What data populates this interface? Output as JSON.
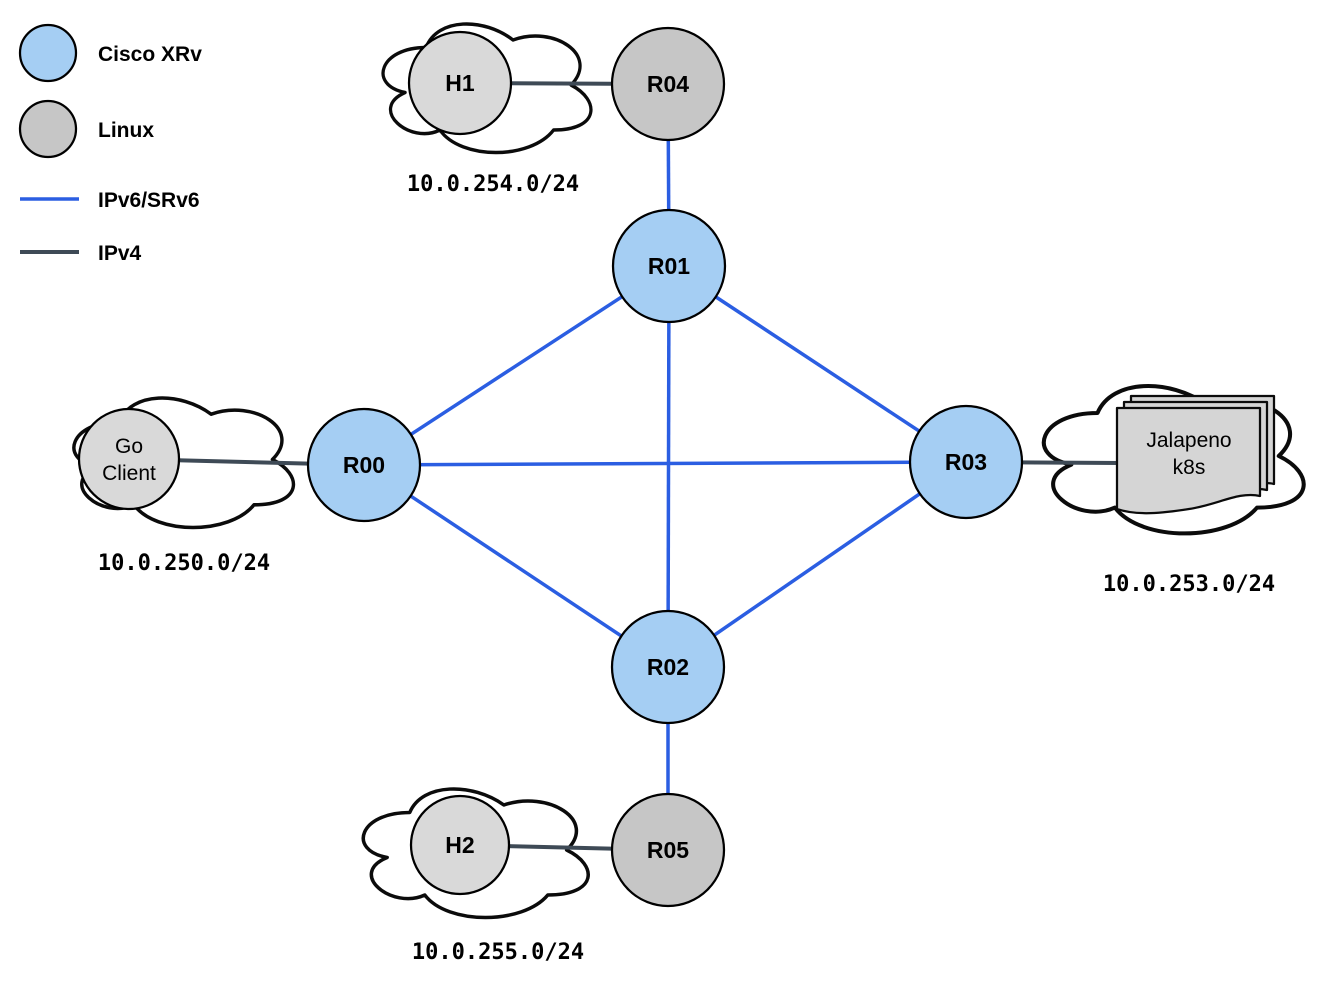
{
  "legend": {
    "cisco_xrv": {
      "label": "Cisco XRv",
      "swatch": "circle",
      "color": "#A5CEF3"
    },
    "linux": {
      "label": "Linux",
      "swatch": "circle",
      "color": "#C6C6C6"
    },
    "ipv6_srv6": {
      "label": "IPv6/SRv6",
      "swatch": "line",
      "color": "#2B5EE2"
    },
    "ipv4": {
      "label": "IPv4",
      "swatch": "line",
      "color": "#3E4A56"
    }
  },
  "nodes": {
    "r00": {
      "label": "R00",
      "type": "cisco-xrv"
    },
    "r01": {
      "label": "R01",
      "type": "cisco-xrv"
    },
    "r02": {
      "label": "R02",
      "type": "cisco-xrv"
    },
    "r03": {
      "label": "R03",
      "type": "cisco-xrv"
    },
    "r04": {
      "label": "R04",
      "type": "linux"
    },
    "r05": {
      "label": "R05",
      "type": "linux"
    },
    "h1": {
      "label": "H1",
      "type": "linux-host"
    },
    "h2": {
      "label": "H2",
      "type": "linux-host"
    },
    "go_client": {
      "label_line1": "Go",
      "label_line2": "Client",
      "type": "linux-host"
    },
    "jalapeno": {
      "label_line1": "Jalapeno",
      "label_line2": "k8s",
      "type": "k8s-cluster"
    }
  },
  "subnets": {
    "h1_r04": "10.0.254.0/24",
    "go_client_r00": "10.0.250.0/24",
    "jalapeno_r03": "10.0.253.0/24",
    "h2_r05": "10.0.255.0/24"
  },
  "links": {
    "ipv6_srv6": [
      "R04-R01",
      "R01-R00",
      "R01-R03",
      "R01-R02",
      "R00-R03",
      "R00-R02",
      "R02-R03",
      "R02-R05"
    ],
    "ipv4": [
      "H1-R04",
      "Go Client-R00",
      "H2-R05",
      "R03-Jalapeno k8s"
    ]
  },
  "colors": {
    "ipv6_line": "#2B5EE2",
    "ipv4_line": "#3E4A56",
    "cisco_xrv_fill": "#A5CEF3",
    "linux_fill": "#C6C6C6",
    "host_fill": "#D9D9D9"
  }
}
